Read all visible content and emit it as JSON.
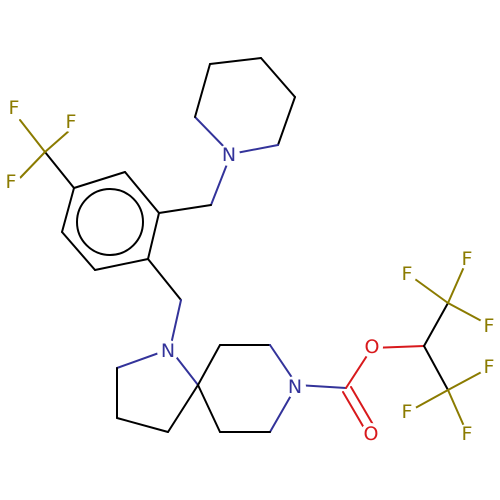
{
  "colors": {
    "background": "#ffffff",
    "bond": "#000000",
    "nitrogen": "#33339a",
    "oxygen": "#d8191c",
    "fluorine": "#8b7b00"
  },
  "atoms": {
    "f_cf3_a": "F",
    "f_cf3_b": "F",
    "f_cf3_c": "F",
    "n_piperidine": "N",
    "n_pyrrolidine": "N",
    "n_piperidine_spiro": "N",
    "o_ester": "O",
    "o_carbonyl": "O",
    "f_hfip_a": "F",
    "f_hfip_b": "F",
    "f_hfip_c": "F",
    "f_hfip_d": "F",
    "f_hfip_e": "F",
    "f_hfip_f": "F"
  }
}
